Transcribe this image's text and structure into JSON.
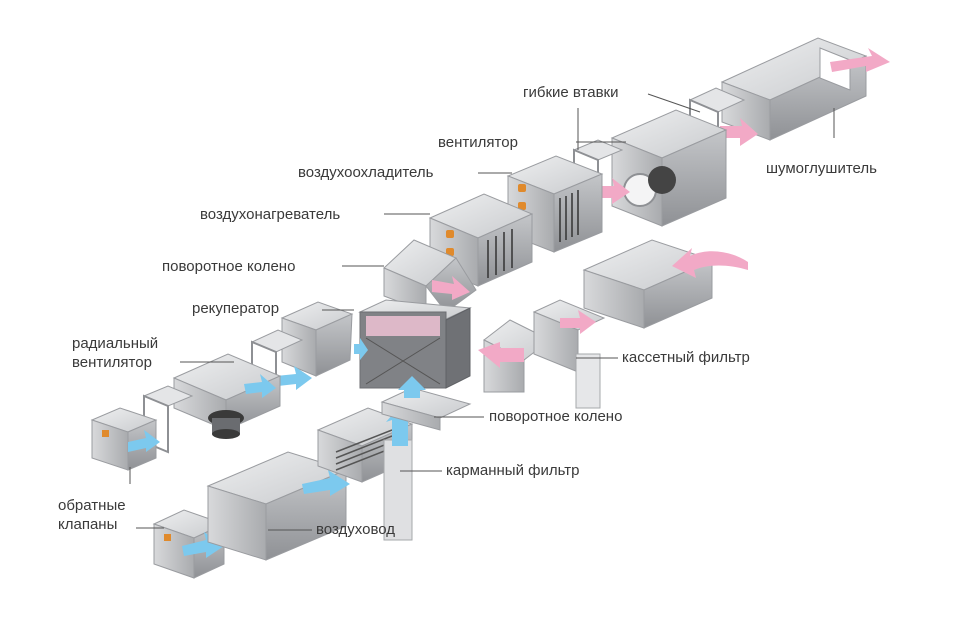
{
  "labels": {
    "flexible_inserts": "гибкие втавки",
    "fan": "вентилятор",
    "air_cooler": "воздухоохладитель",
    "silencer": "шумоглушитель",
    "air_heater": "воздухонагреватель",
    "turning_elbow_top": "поворотное колено",
    "recuperator": "рекуператор",
    "radial_fan_line1": "радиальный",
    "radial_fan_line2": "вентилятор",
    "cassette_filter": "кассетный фильтр",
    "turning_elbow_bottom": "поворотное колено",
    "pocket_filter": "карманный фильтр",
    "check_valves_line1": "обратные",
    "check_valves_line2": "клапаны",
    "air_duct": "воздуховод"
  },
  "colors": {
    "metal_light": "#d9dadc",
    "metal_mid": "#b8babd",
    "metal_dark": "#8e9094",
    "arrow_supply": "#f2a9c6",
    "arrow_return": "#7cc9ee",
    "heater_orange": "#e08a2c",
    "leader": "#555555"
  }
}
